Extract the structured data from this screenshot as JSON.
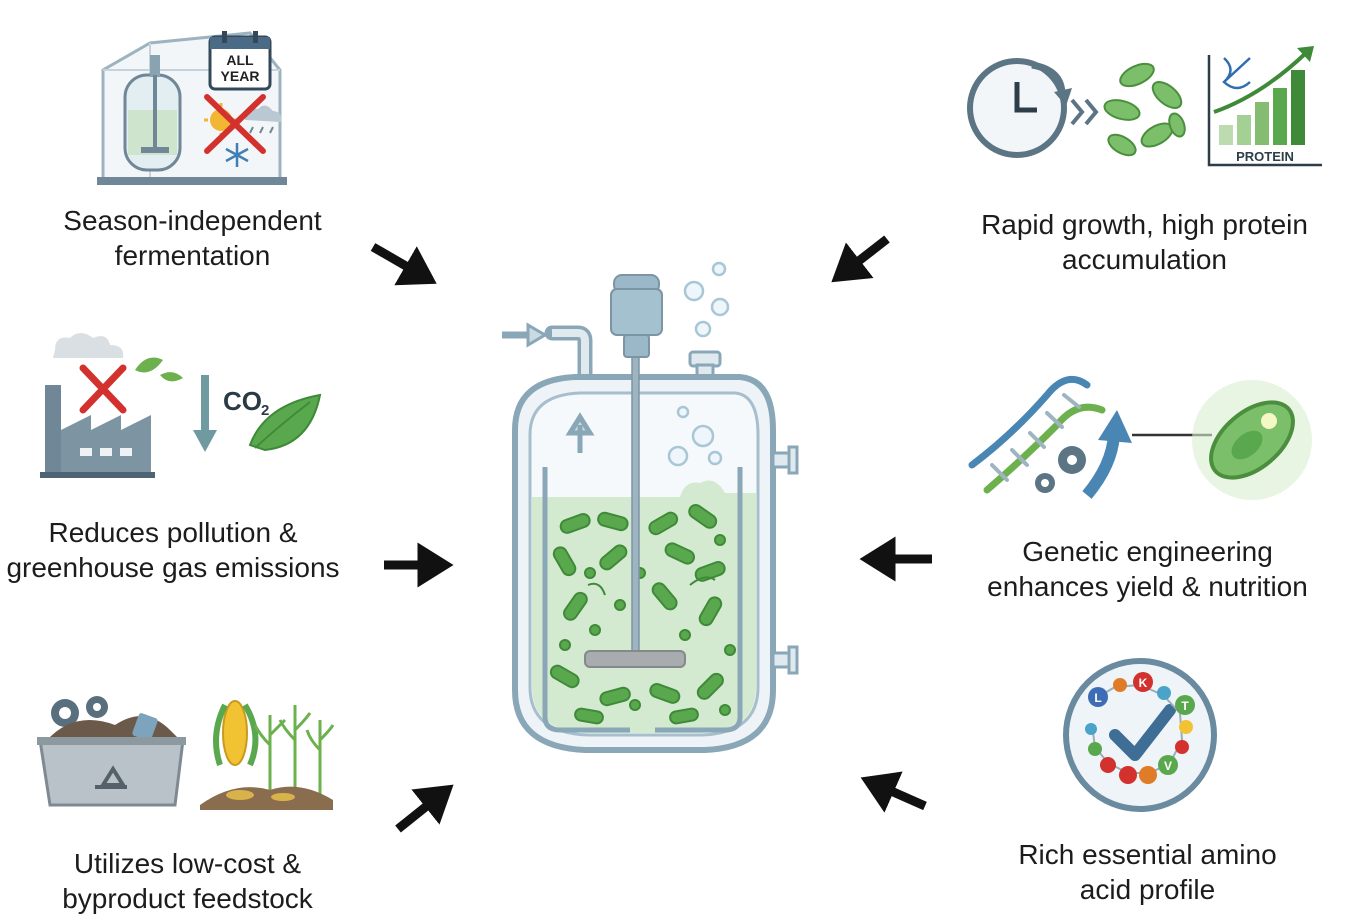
{
  "benefits": [
    {
      "id": "season",
      "lines": [
        "Season-independent",
        "fermentation"
      ],
      "badge": [
        "ALL",
        "YEAR"
      ]
    },
    {
      "id": "pollution",
      "lines": [
        "Reduces pollution &",
        "greenhouse gas emissions"
      ],
      "badge_main": "CO",
      "badge_sub": "2"
    },
    {
      "id": "feedstock",
      "lines": [
        "Utilizes low-cost &",
        "byproduct feedstock"
      ]
    },
    {
      "id": "growth",
      "lines": [
        "Rapid growth, high protein",
        "accumulation"
      ],
      "badge": "PROTEIN"
    },
    {
      "id": "genetic",
      "lines": [
        "Genetic engineering",
        "enhances yield & nutrition"
      ]
    },
    {
      "id": "amino",
      "lines": [
        "Rich essential amino",
        "acid profile"
      ],
      "beads": [
        "L",
        "K",
        "T",
        "V"
      ]
    }
  ],
  "colors": {
    "arrow": "#111111",
    "reactor_outline": "#8aa7b8",
    "reactor_steel": "#d7e3ea",
    "culture_liquid": "#d3e9d0",
    "microbe": "#5aa84e",
    "text": "#1c1c1c"
  }
}
